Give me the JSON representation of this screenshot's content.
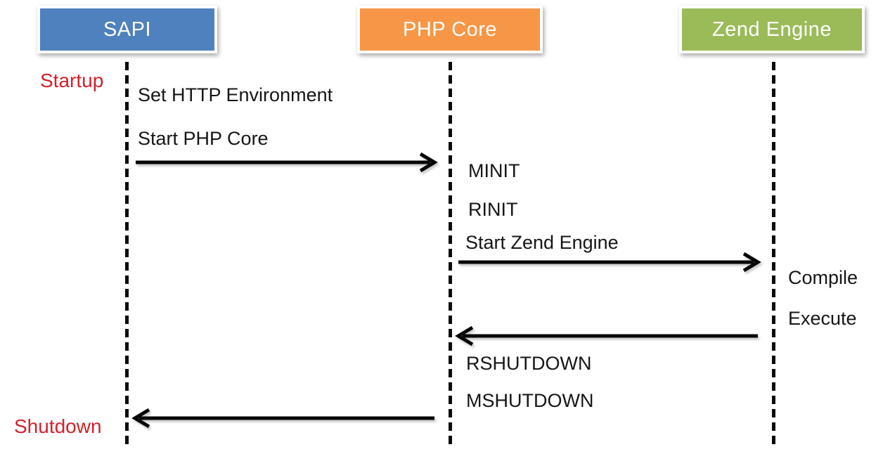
{
  "diagram": {
    "type": "sequence-diagram",
    "lanes": [
      {
        "label": "SAPI",
        "color": "#4E81BD"
      },
      {
        "label": "PHP Core",
        "color": "#F79646"
      },
      {
        "label": "Zend Engine",
        "color": "#9BBB59"
      }
    ],
    "phase_color": "#D2212B",
    "phases": [
      {
        "label": "Startup"
      },
      {
        "label": "Shutdown"
      }
    ],
    "steps": {
      "set_http_env": "Set HTTP Environment",
      "start_php_core": "Start PHP Core",
      "minit": "MINIT",
      "rinit": "RINIT",
      "start_zend_engine": "Start Zend Engine",
      "compile": "Compile",
      "execute": "Execute",
      "rshutdown": "RSHUTDOWN",
      "mshutdown": "MSHUTDOWN"
    },
    "arrows": [
      {
        "from": "SAPI",
        "to": "PHP Core",
        "direction": "right",
        "label": "Start PHP Core"
      },
      {
        "from": "PHP Core",
        "to": "Zend Engine",
        "direction": "right",
        "label": "Start Zend Engine"
      },
      {
        "from": "Zend Engine",
        "to": "PHP Core",
        "direction": "left",
        "label": ""
      },
      {
        "from": "PHP Core",
        "to": "SAPI",
        "direction": "left",
        "label": ""
      }
    ]
  }
}
